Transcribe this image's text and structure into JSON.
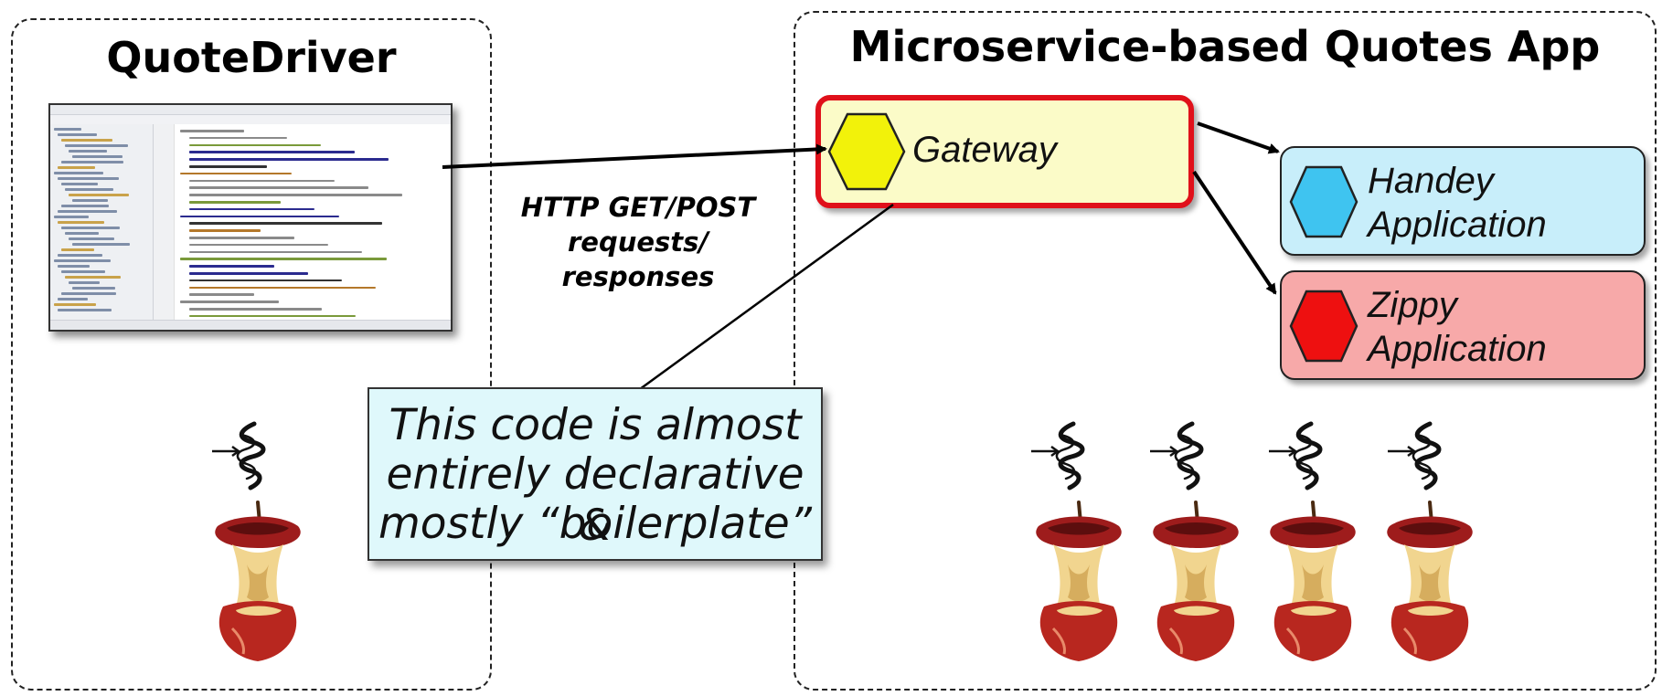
{
  "left_panel": {
    "title": "QuoteDriver"
  },
  "right_panel": {
    "title": "Microservice-based Quotes App"
  },
  "gateway": {
    "label": "Gateway",
    "fill": "#fbfbc8",
    "border": "#e0101a",
    "hex_color": "#f2f20a"
  },
  "handey": {
    "label_line1": "Handey",
    "label_line2": "Application",
    "fill": "#c8eefa",
    "hex_color": "#3fc4f0"
  },
  "zippy": {
    "label_line1": "Zippy",
    "label_line2": "Application",
    "fill": "#f7a9a9",
    "hex_color": "#ee1010"
  },
  "http_label": {
    "line1": "HTTP GET/POST",
    "line2": "requests/",
    "line3": "responses"
  },
  "callout": {
    "line1": "This code is almost",
    "line2": "entirely declarative &",
    "line3": "mostly “boilerplate”"
  },
  "thread_icon": "thread-icon",
  "apple_icon": "eaten-apple-core-icon"
}
